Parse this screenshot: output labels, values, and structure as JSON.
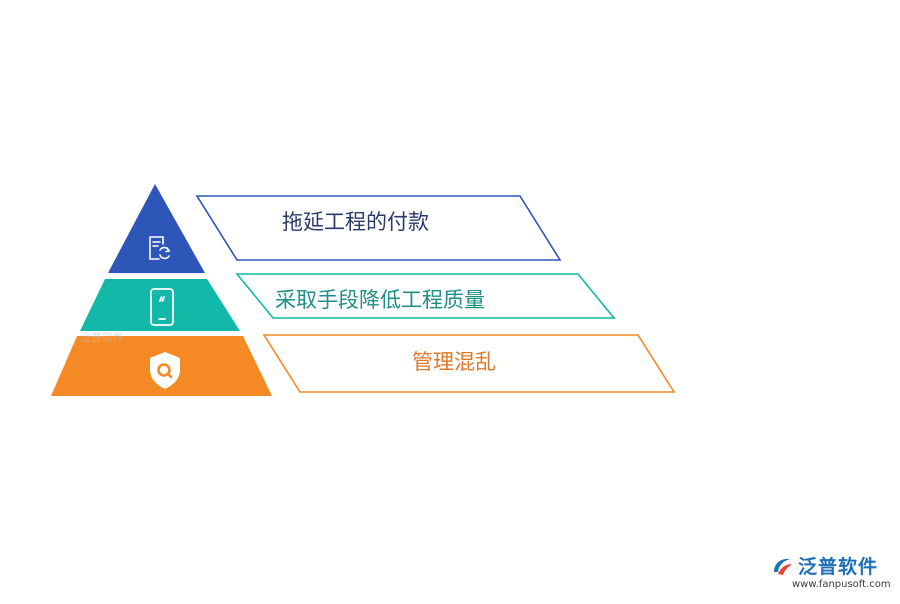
{
  "pyramid": {
    "levels": [
      {
        "label": "拖延工程的付款",
        "color": "#2d56b8",
        "icon": "document-refresh-icon"
      },
      {
        "label": "采取手段降低工程质量",
        "color": "#12b8a8",
        "icon": "tablet-icon"
      },
      {
        "label": "管理混乱",
        "color": "#f58a25",
        "icon": "shield-q-icon"
      }
    ]
  },
  "watermark": {
    "text": "泛普软件"
  },
  "logo": {
    "name": "泛普软件",
    "url": "www.fanpusoft.com",
    "colors": {
      "primary": "#1f6fb6",
      "accent": "#e0462b"
    }
  }
}
